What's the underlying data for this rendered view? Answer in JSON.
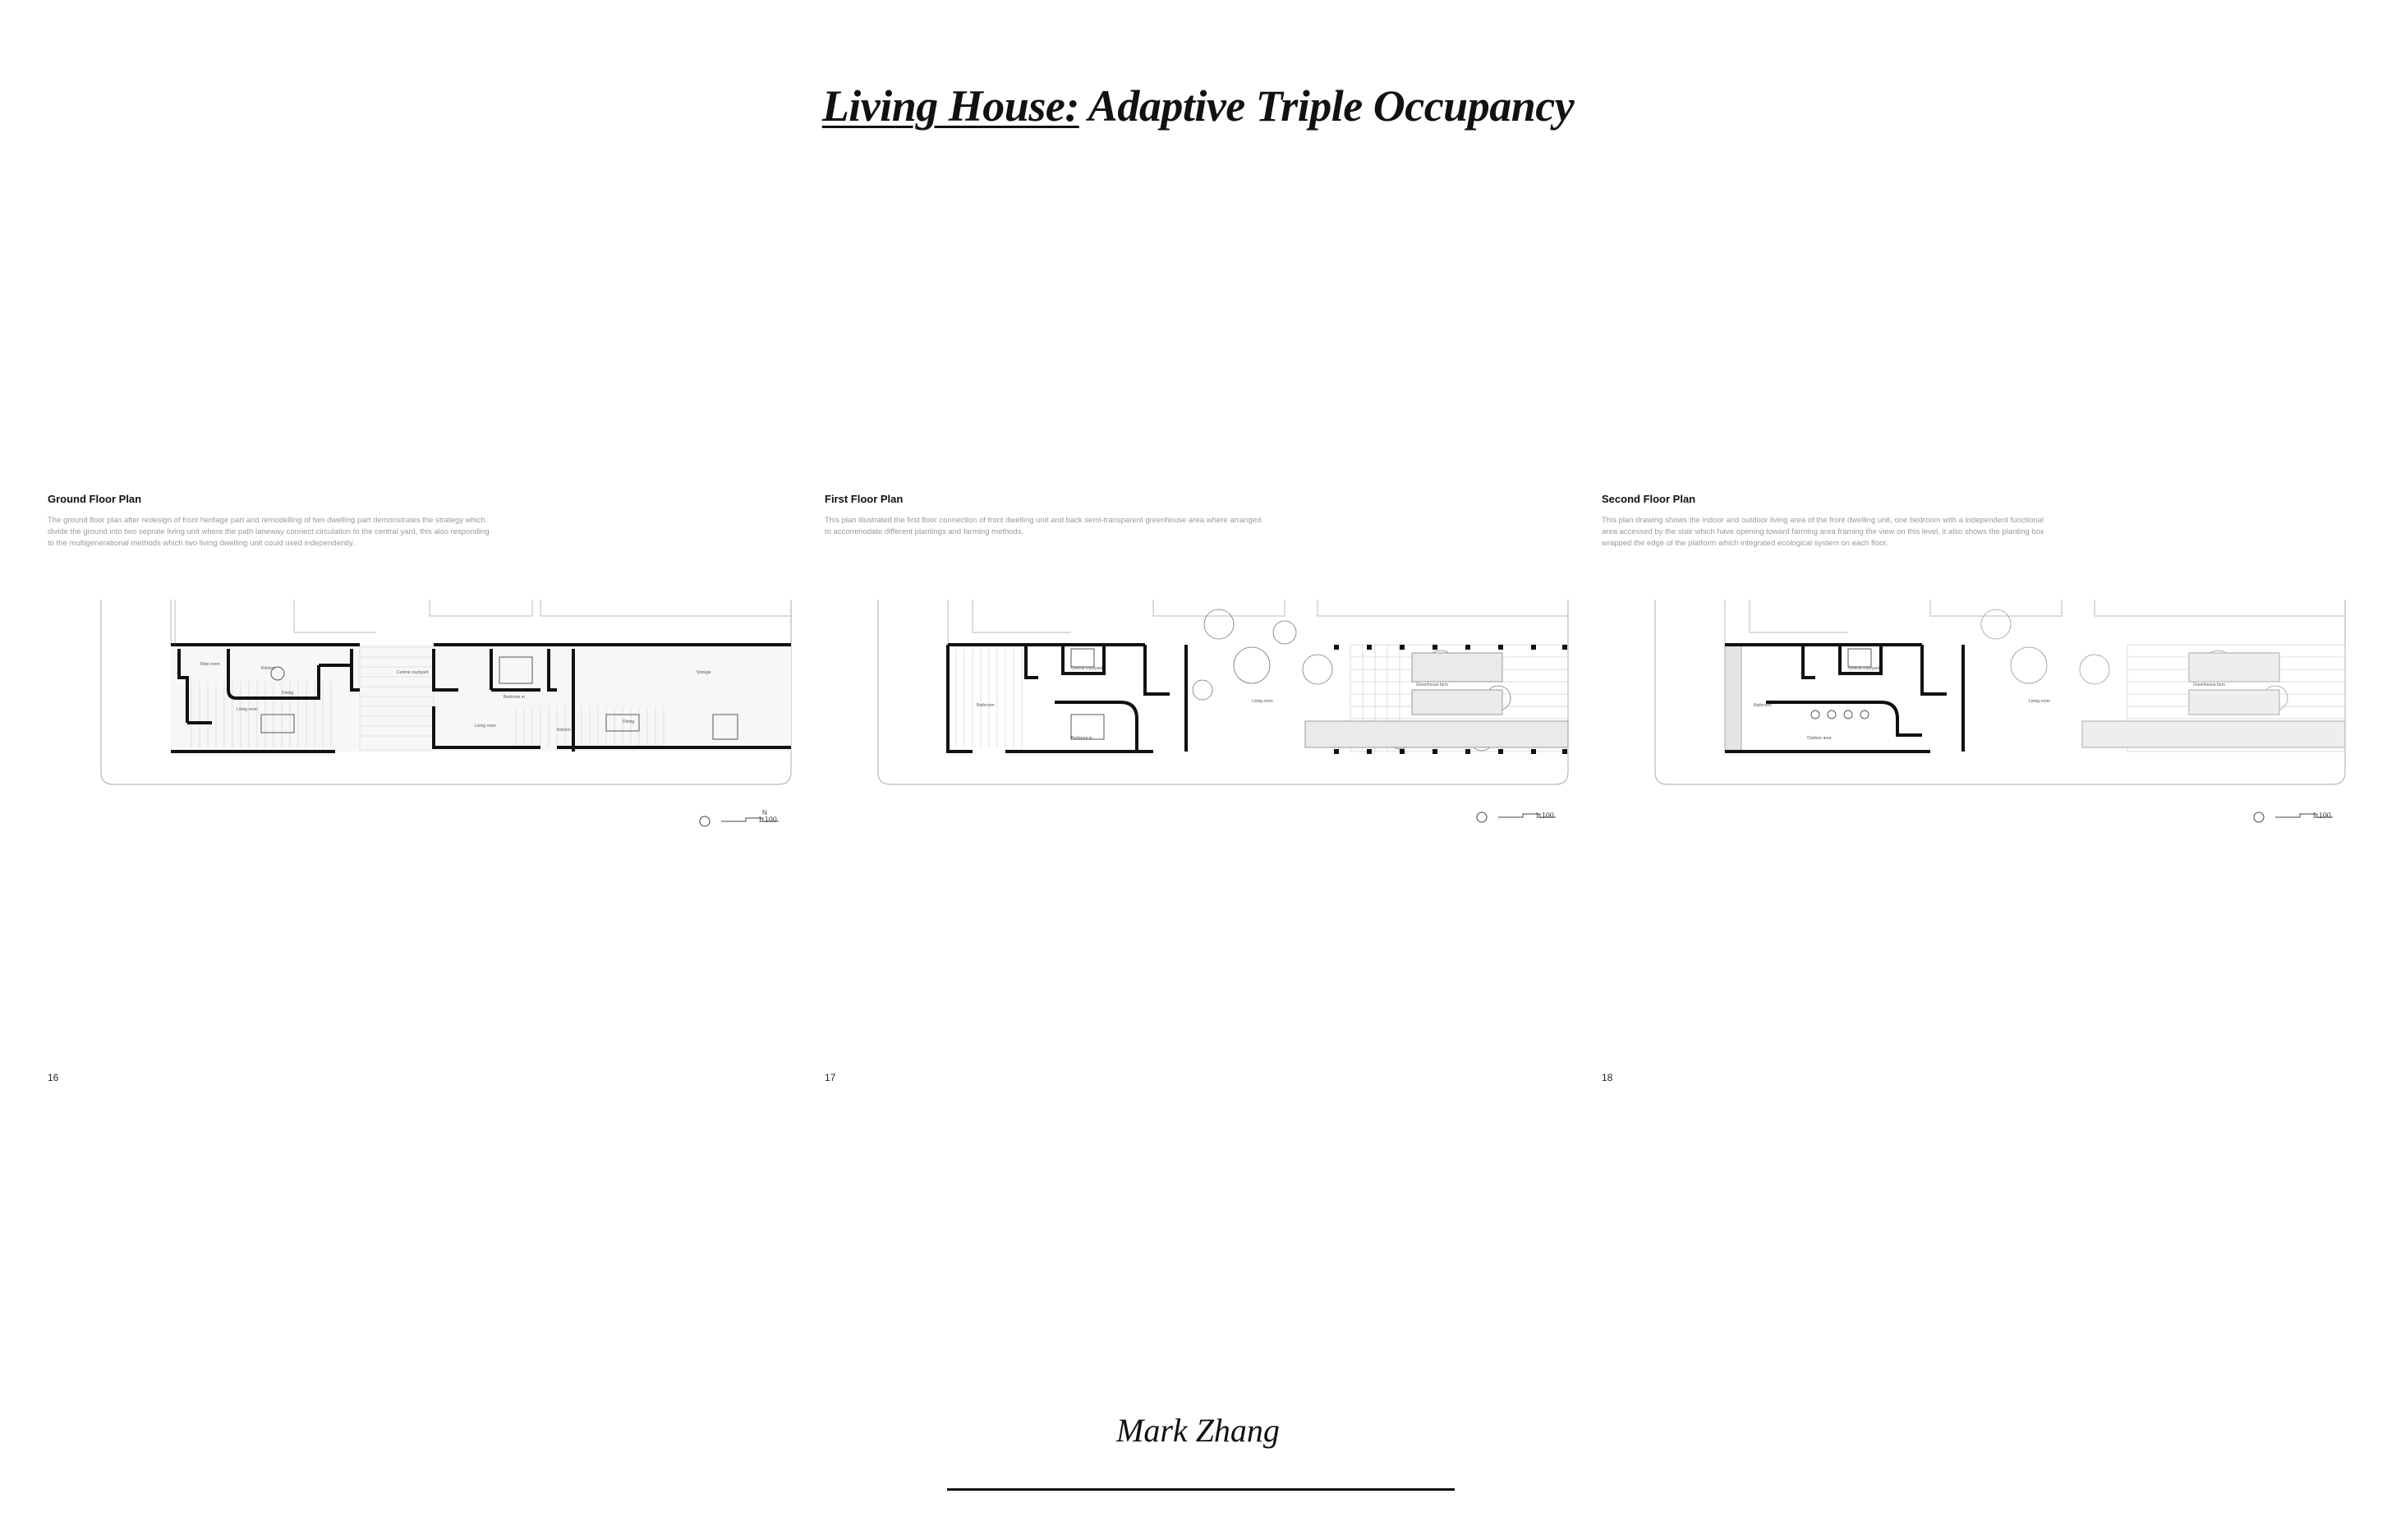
{
  "title": {
    "underlined": "Living House:",
    "rest": " Adaptive Triple Occupancy"
  },
  "panels": [
    {
      "heading": "Ground Floor Plan",
      "description": "The ground floor plan after redesign of front heritage part and remodelling of two dwelling part demonstrates the strategy which divide the ground into two seprate living unit where the path laneway connect circulation to the central yard, this also responding to the multigenerational methods which two living dwelling unit could used independently.",
      "scale": "1:100",
      "page_number": "16",
      "rooms": [
        "Toilet room",
        "Kitchen",
        "Living room",
        "Dining",
        "Central courtyard",
        "Bedroom m",
        "Living room",
        "Kitchen",
        "Dining",
        "Storage"
      ]
    },
    {
      "heading": "First Floor Plan",
      "description": "This plan illustrated the first floor connection of front dwelling unit and back semi-transparent greenhouse area where arranged to accommodate different plantings and farming methods.",
      "scale": "1:100",
      "page_number": "17",
      "rooms": [
        "Bathroom",
        "Central courtyard",
        "Living room",
        "Bedroom m",
        "Greenhouse farm"
      ]
    },
    {
      "heading": "Second Floor Plan",
      "description": "This plan drawing shows the indoor and outdoor living area of the front dwelling unit, one bedroom with a independent functional area accessed by the stair which have opening toward farming area framing the view on this level, it also shows the planting box wrapped the edge of the platform which integrated ecological system on each floor.",
      "scale": "1:100",
      "page_number": "18",
      "rooms": [
        "Bathroom",
        "Central courtyard",
        "Living room",
        "Outdoor area",
        "Greenhouse farm"
      ]
    }
  ],
  "author": "Mark Zhang"
}
